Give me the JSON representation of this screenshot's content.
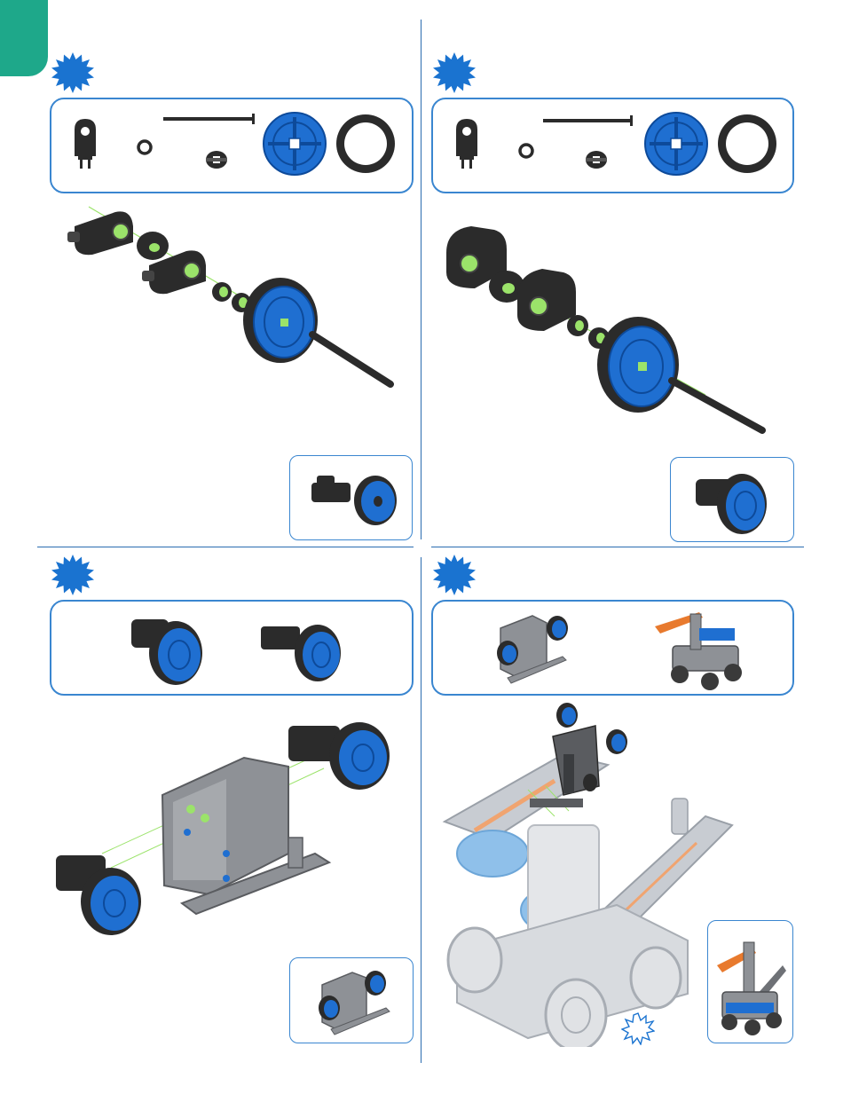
{
  "page": {
    "accent_color": "#1ea88a",
    "frame_color": "#3a86d0",
    "star_color": "#1a73d0",
    "wheel_blue": "#1f6fd1",
    "tire_color": "#2b2b2b",
    "pin_green": "#9be36a"
  },
  "steps": [
    {
      "id": "step-top-left",
      "parts": [
        "corner-connector",
        "spacer-ring",
        "axle-shaft",
        "lock-collar",
        "blue-hub",
        "black-tire"
      ]
    },
    {
      "id": "step-top-right",
      "parts": [
        "corner-connector",
        "spacer-ring",
        "axle-shaft",
        "lock-collar",
        "blue-hub",
        "black-tire"
      ]
    },
    {
      "id": "step-bottom-left",
      "parts": [
        "wheel-assembly",
        "wheel-assembly"
      ]
    },
    {
      "id": "step-bottom-right",
      "parts": [
        "wheel-frame-assembly",
        "robot-base"
      ]
    }
  ],
  "icons": [
    "step-star-icon",
    "attach-burst-icon"
  ]
}
